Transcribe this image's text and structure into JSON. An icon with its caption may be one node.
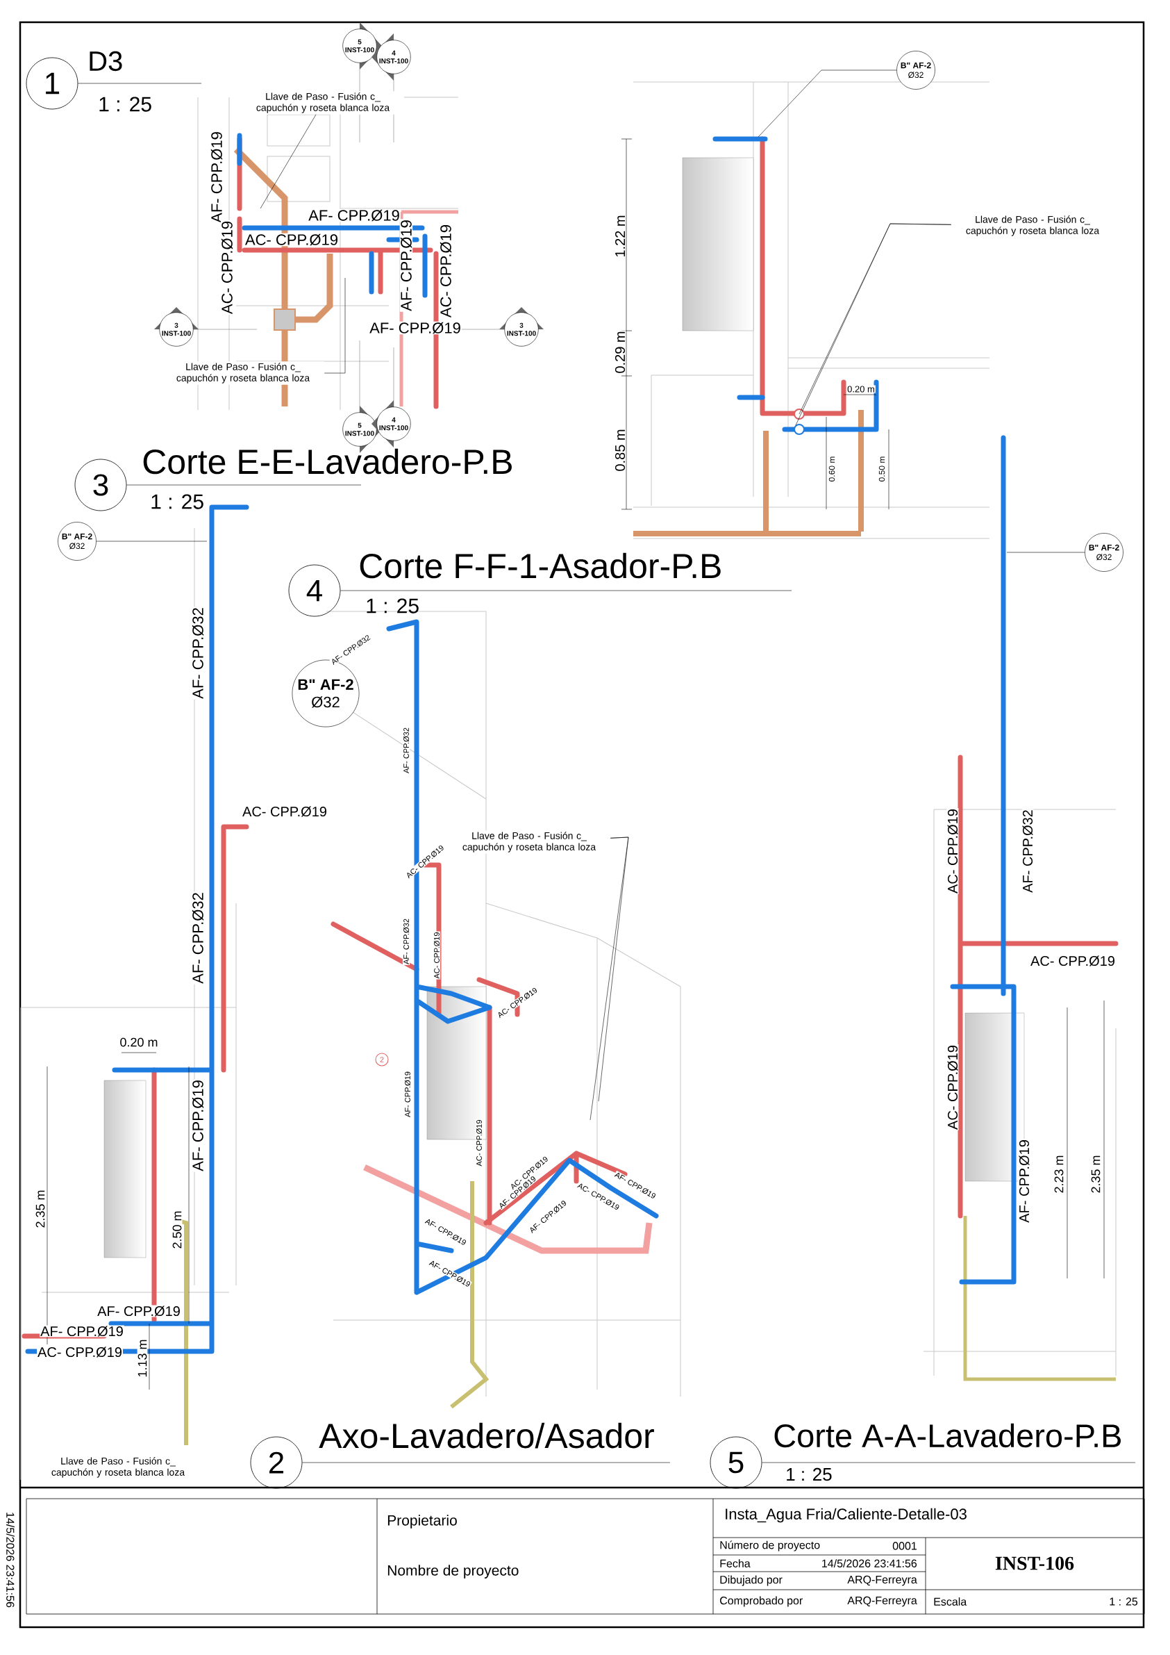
{
  "diagram": {
    "nodes": [
      {
        "text": [
          "1"
        ],
        "beside": [
          "D3",
          "1 : 25"
        ]
      },
      {
        "text": [
          "5",
          "INST-100"
        ]
      },
      {
        "text": [
          "4",
          "INST-100"
        ]
      },
      {
        "text": [
          "Llave de Paso - Fusión c_ capuchón y roseta blanca loza"
        ]
      },
      {
        "text": [
          "3",
          "INST-100"
        ]
      },
      {
        "text": [
          "3",
          "INST-100"
        ]
      },
      {
        "text": [
          "Llave de Paso - Fusión c_ capuchón y roseta blanca loza"
        ]
      },
      {
        "text": [
          "5",
          "INST-100"
        ]
      },
      {
        "text": [
          "4",
          "INST-100"
        ]
      },
      {
        "text": [
          "B\" AF-2",
          "Ø32"
        ]
      },
      {
        "text": [
          "Llave de Paso - Fusión c_ capuchón y roseta blanca loza"
        ]
      },
      {
        "text": [
          "3"
        ],
        "beside": [
          "Corte E-E-Lavadero-P.B",
          "1 : 25"
        ]
      },
      {
        "text": [
          "B\" AF-2",
          "Ø32"
        ]
      },
      {
        "text": [
          "B\" AF-2",
          "Ø32"
        ]
      },
      {
        "text": [
          "4"
        ],
        "beside": [
          "Corte F-F-1-Asador-P.B",
          "1 : 25"
        ]
      },
      {
        "text": [
          "B\" AF-2",
          "Ø32"
        ]
      },
      {
        "text": [
          "Llave de Paso - Fusión c_ capuchón y roseta blanca loza"
        ]
      },
      {
        "text": [
          "Llave de Paso - Fusión c_ capuchón y roseta blanca loza"
        ]
      },
      {
        "text": [
          "2"
        ],
        "beside": [
          "Axo-Lavadero/Asador"
        ]
      },
      {
        "text": [
          "5"
        ],
        "beside": [
          "Corte A-A-Lavadero-P.B",
          "1 : 25"
        ]
      }
    ],
    "edges": [
      {
        "from": 3,
        "to": null,
        "arrow": "none"
      },
      {
        "from": 6,
        "to": null,
        "arrow": "none"
      },
      {
        "from": 9,
        "to": null,
        "arrow": "none"
      },
      {
        "from": 10,
        "to": null,
        "arrow": "none"
      },
      {
        "from": 10,
        "to": null,
        "arrow": "none"
      },
      {
        "from": 12,
        "to": null,
        "arrow": "none"
      },
      {
        "from": 13,
        "to": null,
        "arrow": "none"
      },
      {
        "from": 16,
        "to": null,
        "arrow": "none"
      },
      {
        "from": 16,
        "to": null,
        "arrow": "none"
      }
    ],
    "labels": [
      "AF- CPP.Ø19",
      "AC- CPP.Ø19",
      "AF- CPP.Ø19",
      "AC- CPP.Ø19",
      "AF- CPP.Ø19",
      "AF- CPP.Ø19",
      "AC- CPP.Ø19",
      "1.22 m",
      "0.29 m",
      "0.85 m",
      "0.20 m",
      "0.60 m",
      "0.50 m",
      "AF- CPP.Ø32",
      "AC- CPP.Ø19",
      "AF- CPP.Ø32",
      "0.20 m",
      "AF- CPP.Ø19",
      "2.35 m",
      "2.50 m",
      "AF- CPP.Ø19",
      "1.13 m",
      "AF- CPP.Ø19",
      "AC- CPP.Ø19",
      "AF- CPP.Ø32",
      "AF- CPP.Ø32",
      "AC- CPP.Ø19",
      "AF- CPP.Ø32",
      "AC- CPP.Ø19",
      "AC- CPP.Ø19",
      "2",
      "AF- CPP.Ø19",
      "AC- CPP.Ø19",
      "AC- CPP.Ø19",
      "AF- CPP.Ø19",
      "AC- CPP.Ø19",
      "AF- CPP.Ø19",
      "AF- CPP.Ø19",
      "AF- CPP.Ø19",
      "AF- CPP.Ø19",
      "AC- CPP.Ø19",
      "AF- CPP.Ø32",
      "AC- CPP.Ø19",
      "AC- CPP.Ø19",
      "AF- CPP.Ø19",
      "2.23 m",
      "2.35 m",
      "14/5/2026 23:41:56",
      "Propietario",
      "Nombre de proyecto",
      "Insta_Agua Fria/Caliente-Detalle-03",
      "Número de proyecto",
      "0001",
      "Fecha",
      "14/5/2026 23:41:56",
      "Dibujado por",
      "ARQ-Ferreyra",
      "INST-106",
      "Comprobado por",
      "ARQ-Ferreyra",
      "Escala",
      "1 : 25"
    ]
  }
}
